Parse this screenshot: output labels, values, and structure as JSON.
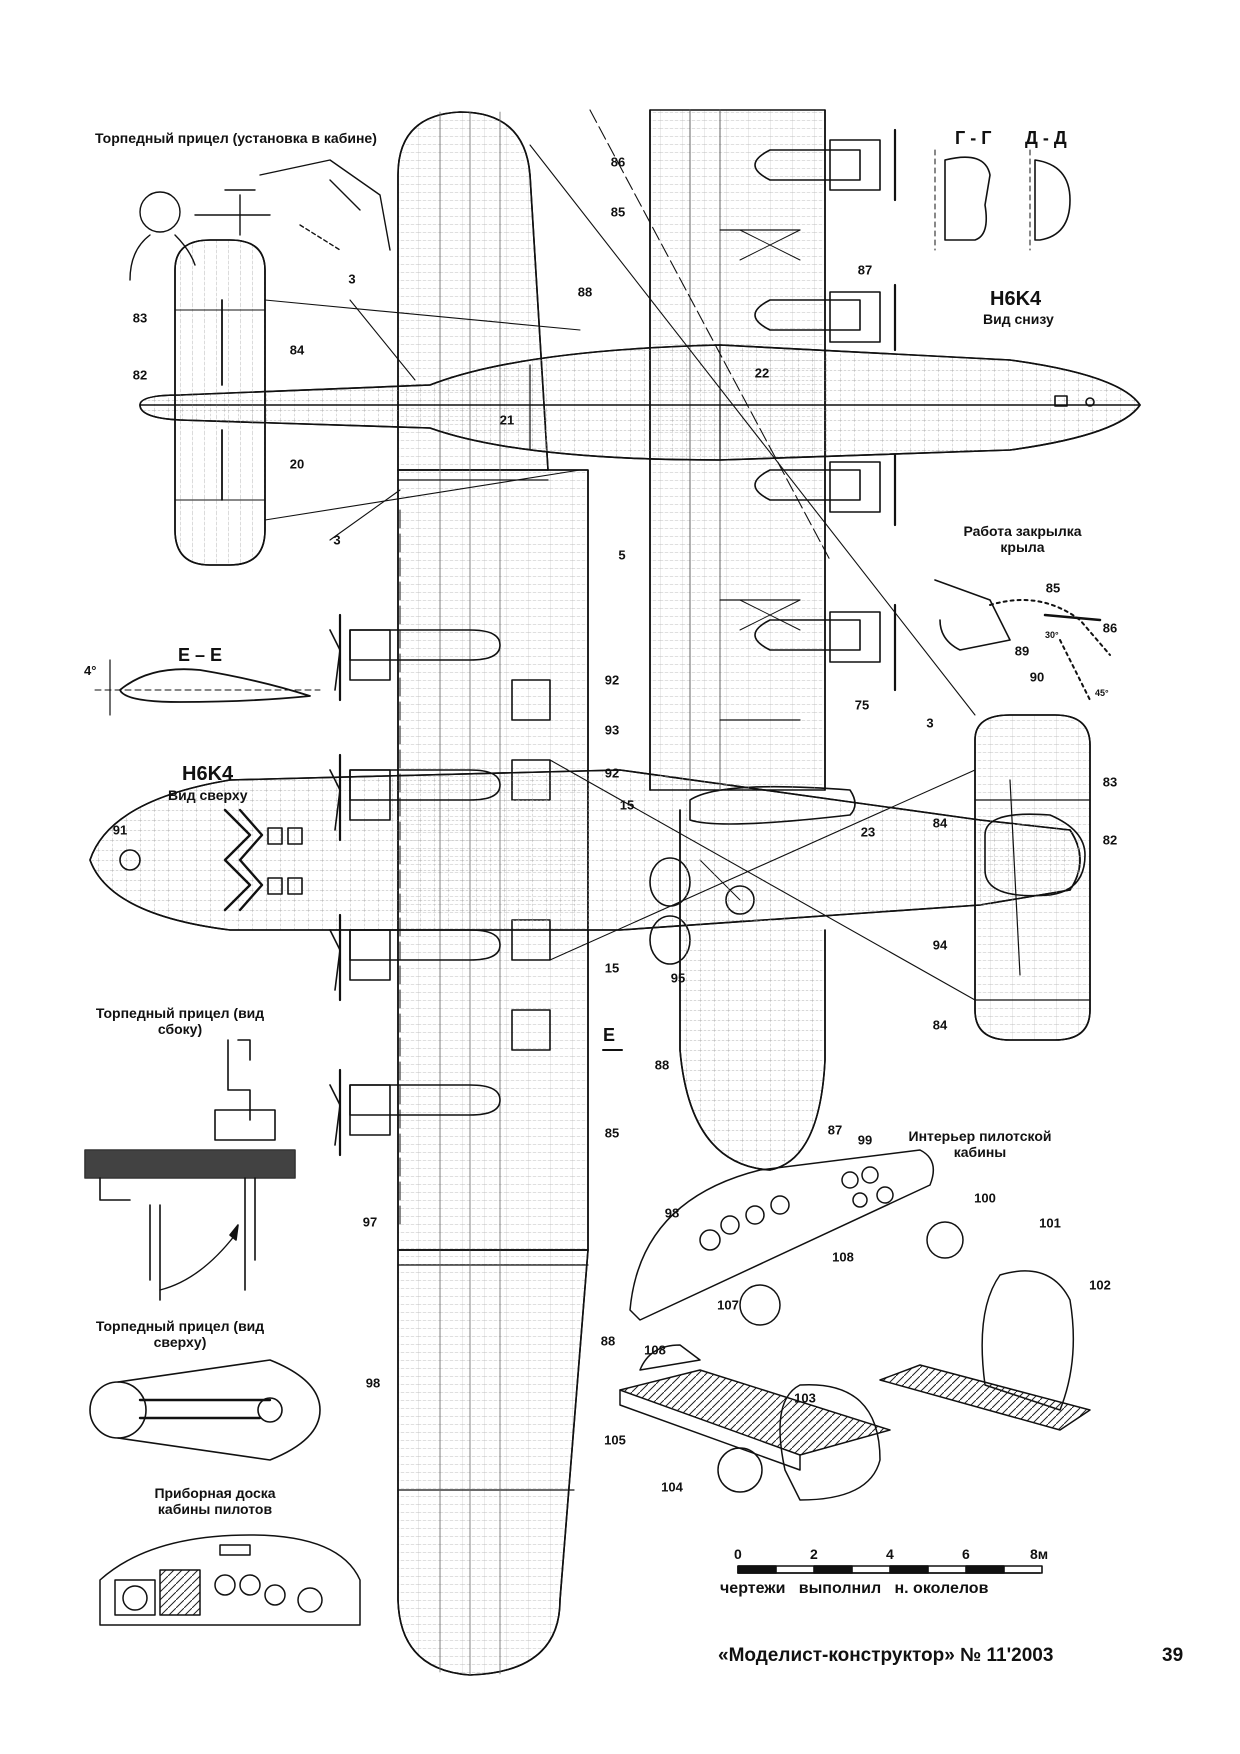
{
  "captions": {
    "torp_cabin": "Торпедный прицел (установка в кабине)",
    "h6k4_bottom_title": "H6K4",
    "h6k4_bottom_sub": "Вид снизу",
    "section_gg": "Г - Г",
    "section_dd": "Д - Д",
    "flap_title": "Работа закрылка крыла",
    "section_ee": "Е – Е",
    "angle_4": "4°",
    "h6k4_top_title": "H6K4",
    "h6k4_top_sub": "Вид сверху",
    "torp_side": "Торпедный прицел (вид сбоку)",
    "torp_top": "Торпедный прицел (вид сверху)",
    "instrument_panel": "Приборная доска кабины пилотов",
    "cockpit_interior": "Интерьер пилотской кабины",
    "section_e_mark": "Е",
    "flap_angle_30": "30°",
    "flap_angle_45": "45°"
  },
  "callouts": {
    "c86a": "86",
    "c85a": "85",
    "c87a": "87",
    "c88a": "88",
    "c83a": "83",
    "c82a": "82",
    "c84a": "84",
    "c3a": "3",
    "c22": "22",
    "c21": "21",
    "c20": "20",
    "c3b": "3",
    "c5": "5",
    "c85f": "85",
    "c86f": "86",
    "c89": "89",
    "c90": "90",
    "c75": "75",
    "c92a": "92",
    "c93": "93",
    "c92b": "92",
    "c3c": "3",
    "c83b": "83",
    "c84b": "84",
    "c82b": "82",
    "c91": "91",
    "c15a": "15",
    "c23": "23",
    "c15b": "15",
    "c95": "95",
    "c94": "94",
    "c84c": "84",
    "c88b": "88",
    "c85b": "85",
    "c87b": "87",
    "c97": "97",
    "c99": "99",
    "c98a": "98",
    "c100": "100",
    "c101": "101",
    "c102": "102",
    "c108a": "108",
    "c107": "107",
    "c108b": "108",
    "c88c": "88",
    "c98b": "98",
    "c103": "103",
    "c105": "105",
    "c104": "104"
  },
  "scale": {
    "ticks": [
      "0",
      "2",
      "4",
      "6",
      "8м"
    ],
    "credits": "чертежи   выполнил   н. околелов"
  },
  "footer": {
    "magazine": "«Моделист-конструктор» № 11'2003",
    "page_number": "39"
  }
}
